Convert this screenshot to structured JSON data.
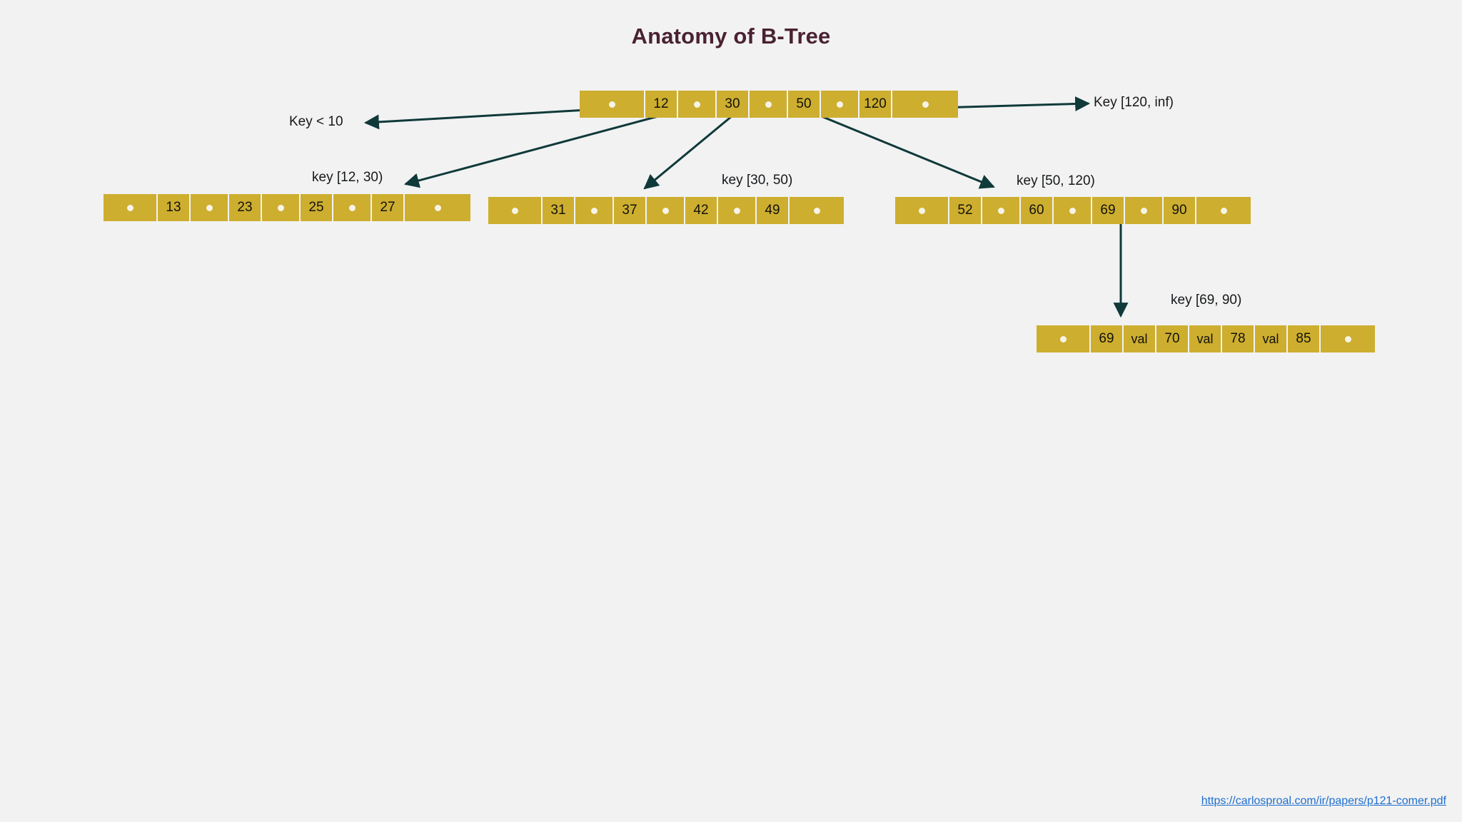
{
  "page": {
    "title": "Anatomy of B-Tree",
    "background_color": "#f2f2f2",
    "title_color": "#4a2232",
    "node_color": "#cdae2f",
    "arrow_color": "#10393a",
    "link_color": "#1f6fd0"
  },
  "source": {
    "url_text": "https://carlosproal.com/ir/papers/p121-comer.pdf"
  },
  "labels": {
    "key_lt_10": "Key < 10",
    "key_120_inf": "Key [120, inf)",
    "key_12_30": "key [12, 30)",
    "key_30_50": "key [30, 50)",
    "key_50_120": "key [50, 120)",
    "key_69_90": "key [69, 90)"
  },
  "tree": {
    "root": {
      "name": "root-node",
      "cells": [
        {
          "type": "ptr",
          "text": ""
        },
        {
          "type": "key",
          "text": "12"
        },
        {
          "type": "ptr",
          "text": ""
        },
        {
          "type": "key",
          "text": "30"
        },
        {
          "type": "ptr",
          "text": ""
        },
        {
          "type": "key",
          "text": "50"
        },
        {
          "type": "ptr",
          "text": ""
        },
        {
          "type": "key",
          "text": "120"
        },
        {
          "type": "ptr",
          "text": ""
        }
      ]
    },
    "leaf_a": {
      "name": "leaf-node-a",
      "cells": [
        {
          "type": "ptr",
          "text": ""
        },
        {
          "type": "key",
          "text": "13"
        },
        {
          "type": "ptr",
          "text": ""
        },
        {
          "type": "key",
          "text": "23"
        },
        {
          "type": "ptr",
          "text": ""
        },
        {
          "type": "key",
          "text": "25"
        },
        {
          "type": "ptr",
          "text": ""
        },
        {
          "type": "key",
          "text": "27"
        },
        {
          "type": "ptr",
          "text": ""
        }
      ]
    },
    "leaf_b": {
      "name": "leaf-node-b",
      "cells": [
        {
          "type": "ptr",
          "text": ""
        },
        {
          "type": "key",
          "text": "31"
        },
        {
          "type": "ptr",
          "text": ""
        },
        {
          "type": "key",
          "text": "37"
        },
        {
          "type": "ptr",
          "text": ""
        },
        {
          "type": "key",
          "text": "42"
        },
        {
          "type": "ptr",
          "text": ""
        },
        {
          "type": "key",
          "text": "49"
        },
        {
          "type": "ptr",
          "text": ""
        }
      ]
    },
    "leaf_c": {
      "name": "leaf-node-c",
      "cells": [
        {
          "type": "ptr",
          "text": ""
        },
        {
          "type": "key",
          "text": "52"
        },
        {
          "type": "ptr",
          "text": ""
        },
        {
          "type": "key",
          "text": "60"
        },
        {
          "type": "ptr",
          "text": ""
        },
        {
          "type": "key",
          "text": "69"
        },
        {
          "type": "ptr",
          "text": ""
        },
        {
          "type": "key",
          "text": "90"
        },
        {
          "type": "ptr",
          "text": ""
        }
      ]
    },
    "leaf_d": {
      "name": "leaf-node-d",
      "cells": [
        {
          "type": "ptr",
          "text": ""
        },
        {
          "type": "key",
          "text": "69"
        },
        {
          "type": "val",
          "text": "val"
        },
        {
          "type": "key",
          "text": "70"
        },
        {
          "type": "val",
          "text": "val"
        },
        {
          "type": "key",
          "text": "78"
        },
        {
          "type": "val",
          "text": "val"
        },
        {
          "type": "key",
          "text": "85"
        },
        {
          "type": "ptr",
          "text": ""
        }
      ]
    }
  }
}
